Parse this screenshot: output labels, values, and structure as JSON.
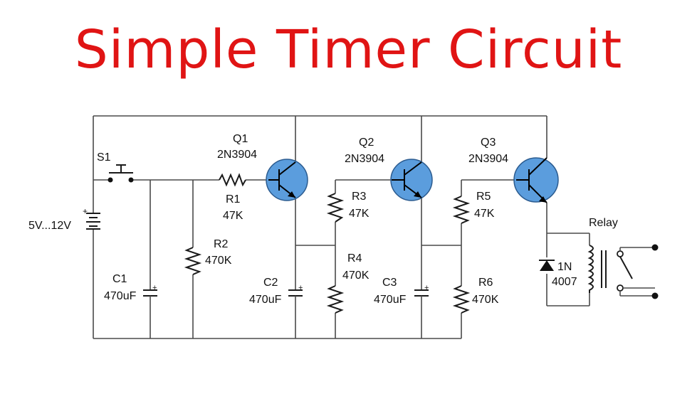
{
  "title": "Simple Timer Circuit",
  "components": {
    "s1": "S1",
    "battery": "5V...12V",
    "plus": "+",
    "q1": {
      "name": "Q1",
      "type": "2N3904"
    },
    "q2": {
      "name": "Q2",
      "type": "2N3904"
    },
    "q3": {
      "name": "Q3",
      "type": "2N3904"
    },
    "r1": {
      "name": "R1",
      "value": "47K"
    },
    "r2": {
      "name": "R2",
      "value": "470K"
    },
    "r3": {
      "name": "R3",
      "value": "47K"
    },
    "r4": {
      "name": "R4",
      "value": "470K"
    },
    "r5": {
      "name": "R5",
      "value": "47K"
    },
    "r6": {
      "name": "R6",
      "value": "470K"
    },
    "c1": {
      "name": "C1",
      "value": "470uF"
    },
    "c2": {
      "name": "C2",
      "value": "470uF"
    },
    "c3": {
      "name": "C3",
      "value": "470uF"
    },
    "diode": {
      "name": "1N",
      "value": "4007"
    },
    "relay": "Relay"
  },
  "colors": {
    "title": "#e01414",
    "transistor": "#5b9ddd",
    "wire": "#4a4a4a"
  }
}
